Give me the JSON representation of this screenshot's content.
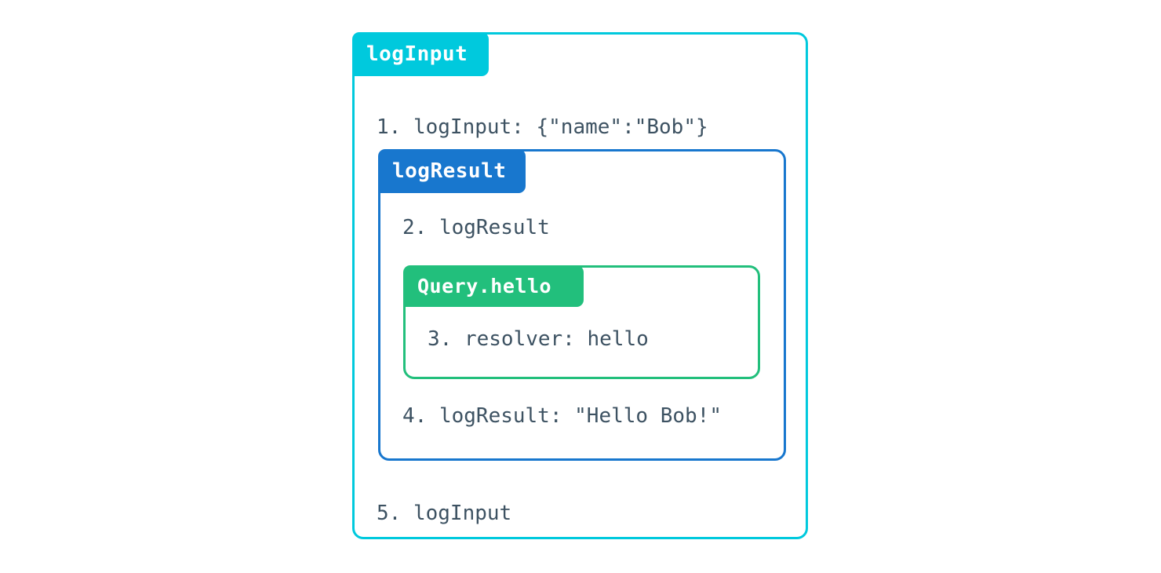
{
  "diagram": {
    "type": "nested-trace-boxes",
    "background_color": "#ffffff",
    "text_color": "#3d5262",
    "boxes": [
      {
        "id": "logInput",
        "label": "logInput",
        "color": "#00c9dd",
        "level": 0,
        "lines": [
          {
            "number": "1.",
            "text": "1. logInput: {\"name\":\"Bob\"}"
          },
          {
            "number": "5.",
            "text": "5. logInput"
          }
        ]
      },
      {
        "id": "logResult",
        "label": "logResult",
        "color": "#1877ce",
        "level": 1,
        "lines": [
          {
            "number": "2.",
            "text": "2. logResult"
          },
          {
            "number": "4.",
            "text": "4. logResult: \"Hello Bob!\""
          }
        ]
      },
      {
        "id": "Query.hello",
        "label": "Query.hello",
        "color": "#22bf7c",
        "level": 2,
        "lines": [
          {
            "number": "3.",
            "text": "3. resolver: hello"
          }
        ]
      }
    ]
  },
  "outer": {
    "tab_label": "logInput",
    "line_1": "1. logInput: {\"name\":\"Bob\"}",
    "line_5": "5. logInput"
  },
  "middle": {
    "tab_label": "logResult",
    "line_2": "2. logResult",
    "line_4": "4. logResult: \"Hello Bob!\""
  },
  "inner": {
    "tab_label": "Query.hello",
    "line_3": "3. resolver: hello"
  }
}
